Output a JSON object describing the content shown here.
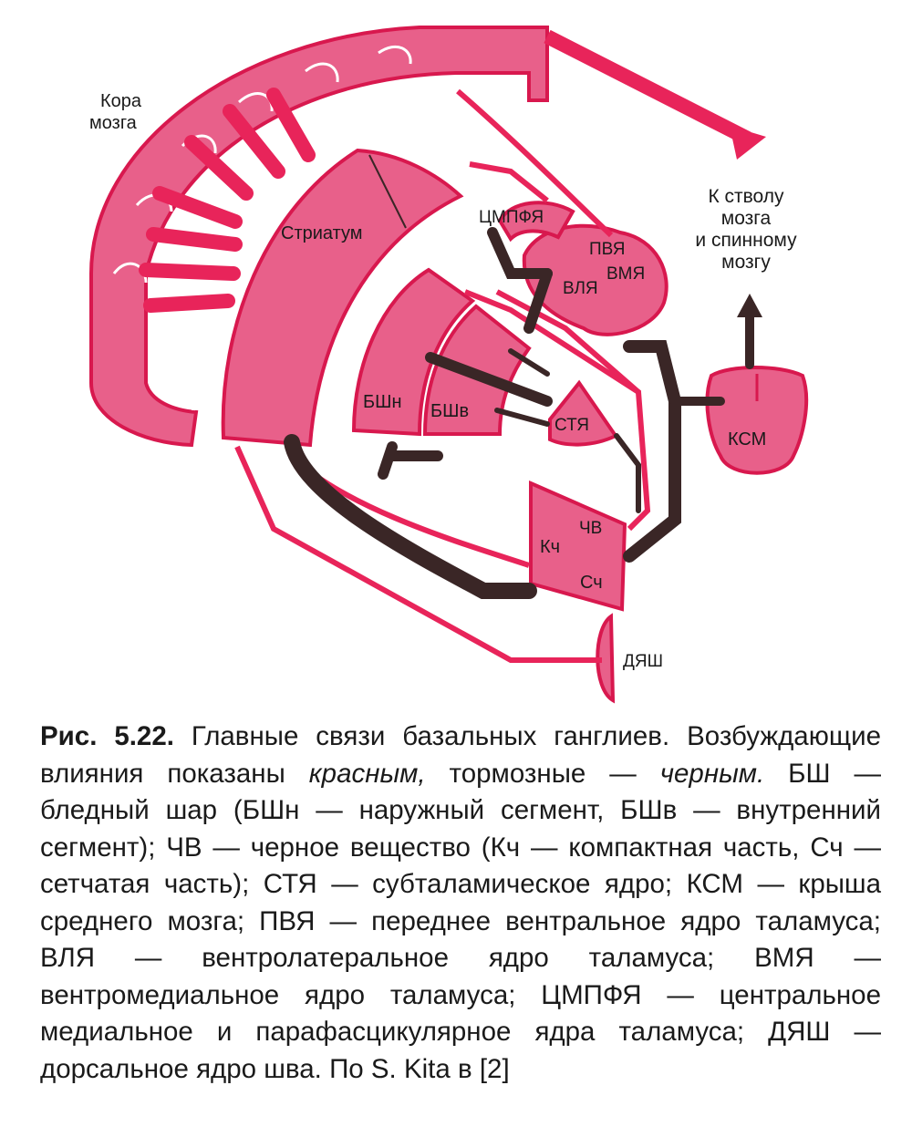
{
  "diagram": {
    "labels": {
      "cortex": [
        "Кора",
        "мозга"
      ],
      "striatum": "Стриатум",
      "cmpf": "ЦМПФЯ",
      "pvya": "ПВЯ",
      "vlya": "ВЛЯ",
      "vmya": "ВМЯ",
      "bshn": "БШн",
      "bshv": "БШв",
      "stya": "СТЯ",
      "chv": "ЧВ",
      "kch": "Кч",
      "sch": "Сч",
      "ksm": "КСМ",
      "dyash": "ДЯШ",
      "brainstem": [
        "К стволу",
        "мозга",
        "и спинному",
        "мозгу"
      ]
    },
    "colors": {
      "excitatory": "#e8245a",
      "structure_fill": "#e8608a",
      "structure_outline": "#d8184e",
      "inhibitory": "#3a2626"
    }
  },
  "caption": {
    "fig_number": "Рис. 5.22.",
    "t1": " Главные связи базальных ганглиев. Возбуждающие влияния показаны ",
    "red_word": "красным,",
    "t2": " тормозные — ",
    "black_word": "черным.",
    "t3": " БШ — бледный шар (БШн — наружный сегмент, БШв — внутренний сегмент); ЧВ — черное вещество (Кч — компактная часть, Сч — сетчатая часть); СТЯ — субталамическое ядро; КСМ — крыша среднего мозга; ПВЯ — переднее вентральное ядро таламуса; ВЛЯ — вентролатеральное ядро таламуса; ВМЯ — вентромедиальное ядро таламуса; ЦМПФЯ — центральное медиальное и парафасцикулярное ядра таламуса; ДЯШ — дорсальное ядро шва. По S. Kita в [2]"
  }
}
